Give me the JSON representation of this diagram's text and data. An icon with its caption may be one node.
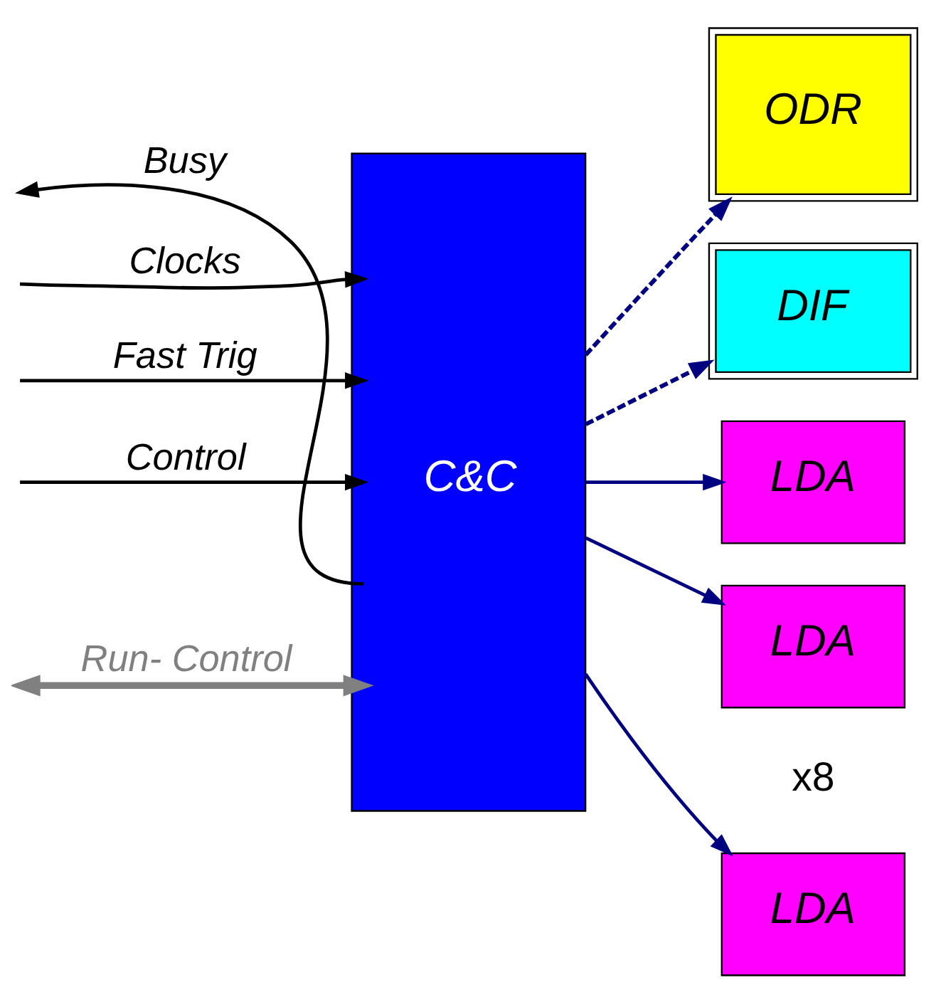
{
  "diagram": {
    "nodes": [
      {
        "text": [
          "ODR"
        ]
      },
      {
        "text": [
          "DIF"
        ]
      },
      {
        "text": [
          "C&C"
        ]
      },
      {
        "text": [
          "LDA"
        ]
      },
      {
        "text": [
          "LDA"
        ]
      },
      {
        "text": [
          "LDA"
        ]
      }
    ],
    "edges": [
      {
        "from": 2,
        "to": 0,
        "arrow": "to",
        "style": "dashed"
      },
      {
        "from": 2,
        "to": 1,
        "arrow": "to",
        "style": "dashed"
      },
      {
        "from": 2,
        "to": null,
        "arrow": "to",
        "label": "Busy",
        "color": "#000000"
      },
      {
        "from": null,
        "to": 2,
        "arrow": "to",
        "label": "Clocks",
        "color": "#000000"
      },
      {
        "from": null,
        "to": 2,
        "arrow": "to",
        "label": "Fast Trig",
        "color": "#000000"
      },
      {
        "from": null,
        "to": 2,
        "arrow": "to",
        "label": "Control",
        "color": "#000000"
      },
      {
        "from": null,
        "to": 2,
        "arrow": "both",
        "label": "Run- Control",
        "color": "#808080",
        "style": "thick"
      },
      {
        "from": 2,
        "to": 3,
        "arrow": "to"
      },
      {
        "from": 2,
        "to": 4,
        "arrow": "to"
      },
      {
        "from": 2,
        "to": 5,
        "arrow": "to"
      }
    ],
    "labels": [
      "x8"
    ]
  }
}
